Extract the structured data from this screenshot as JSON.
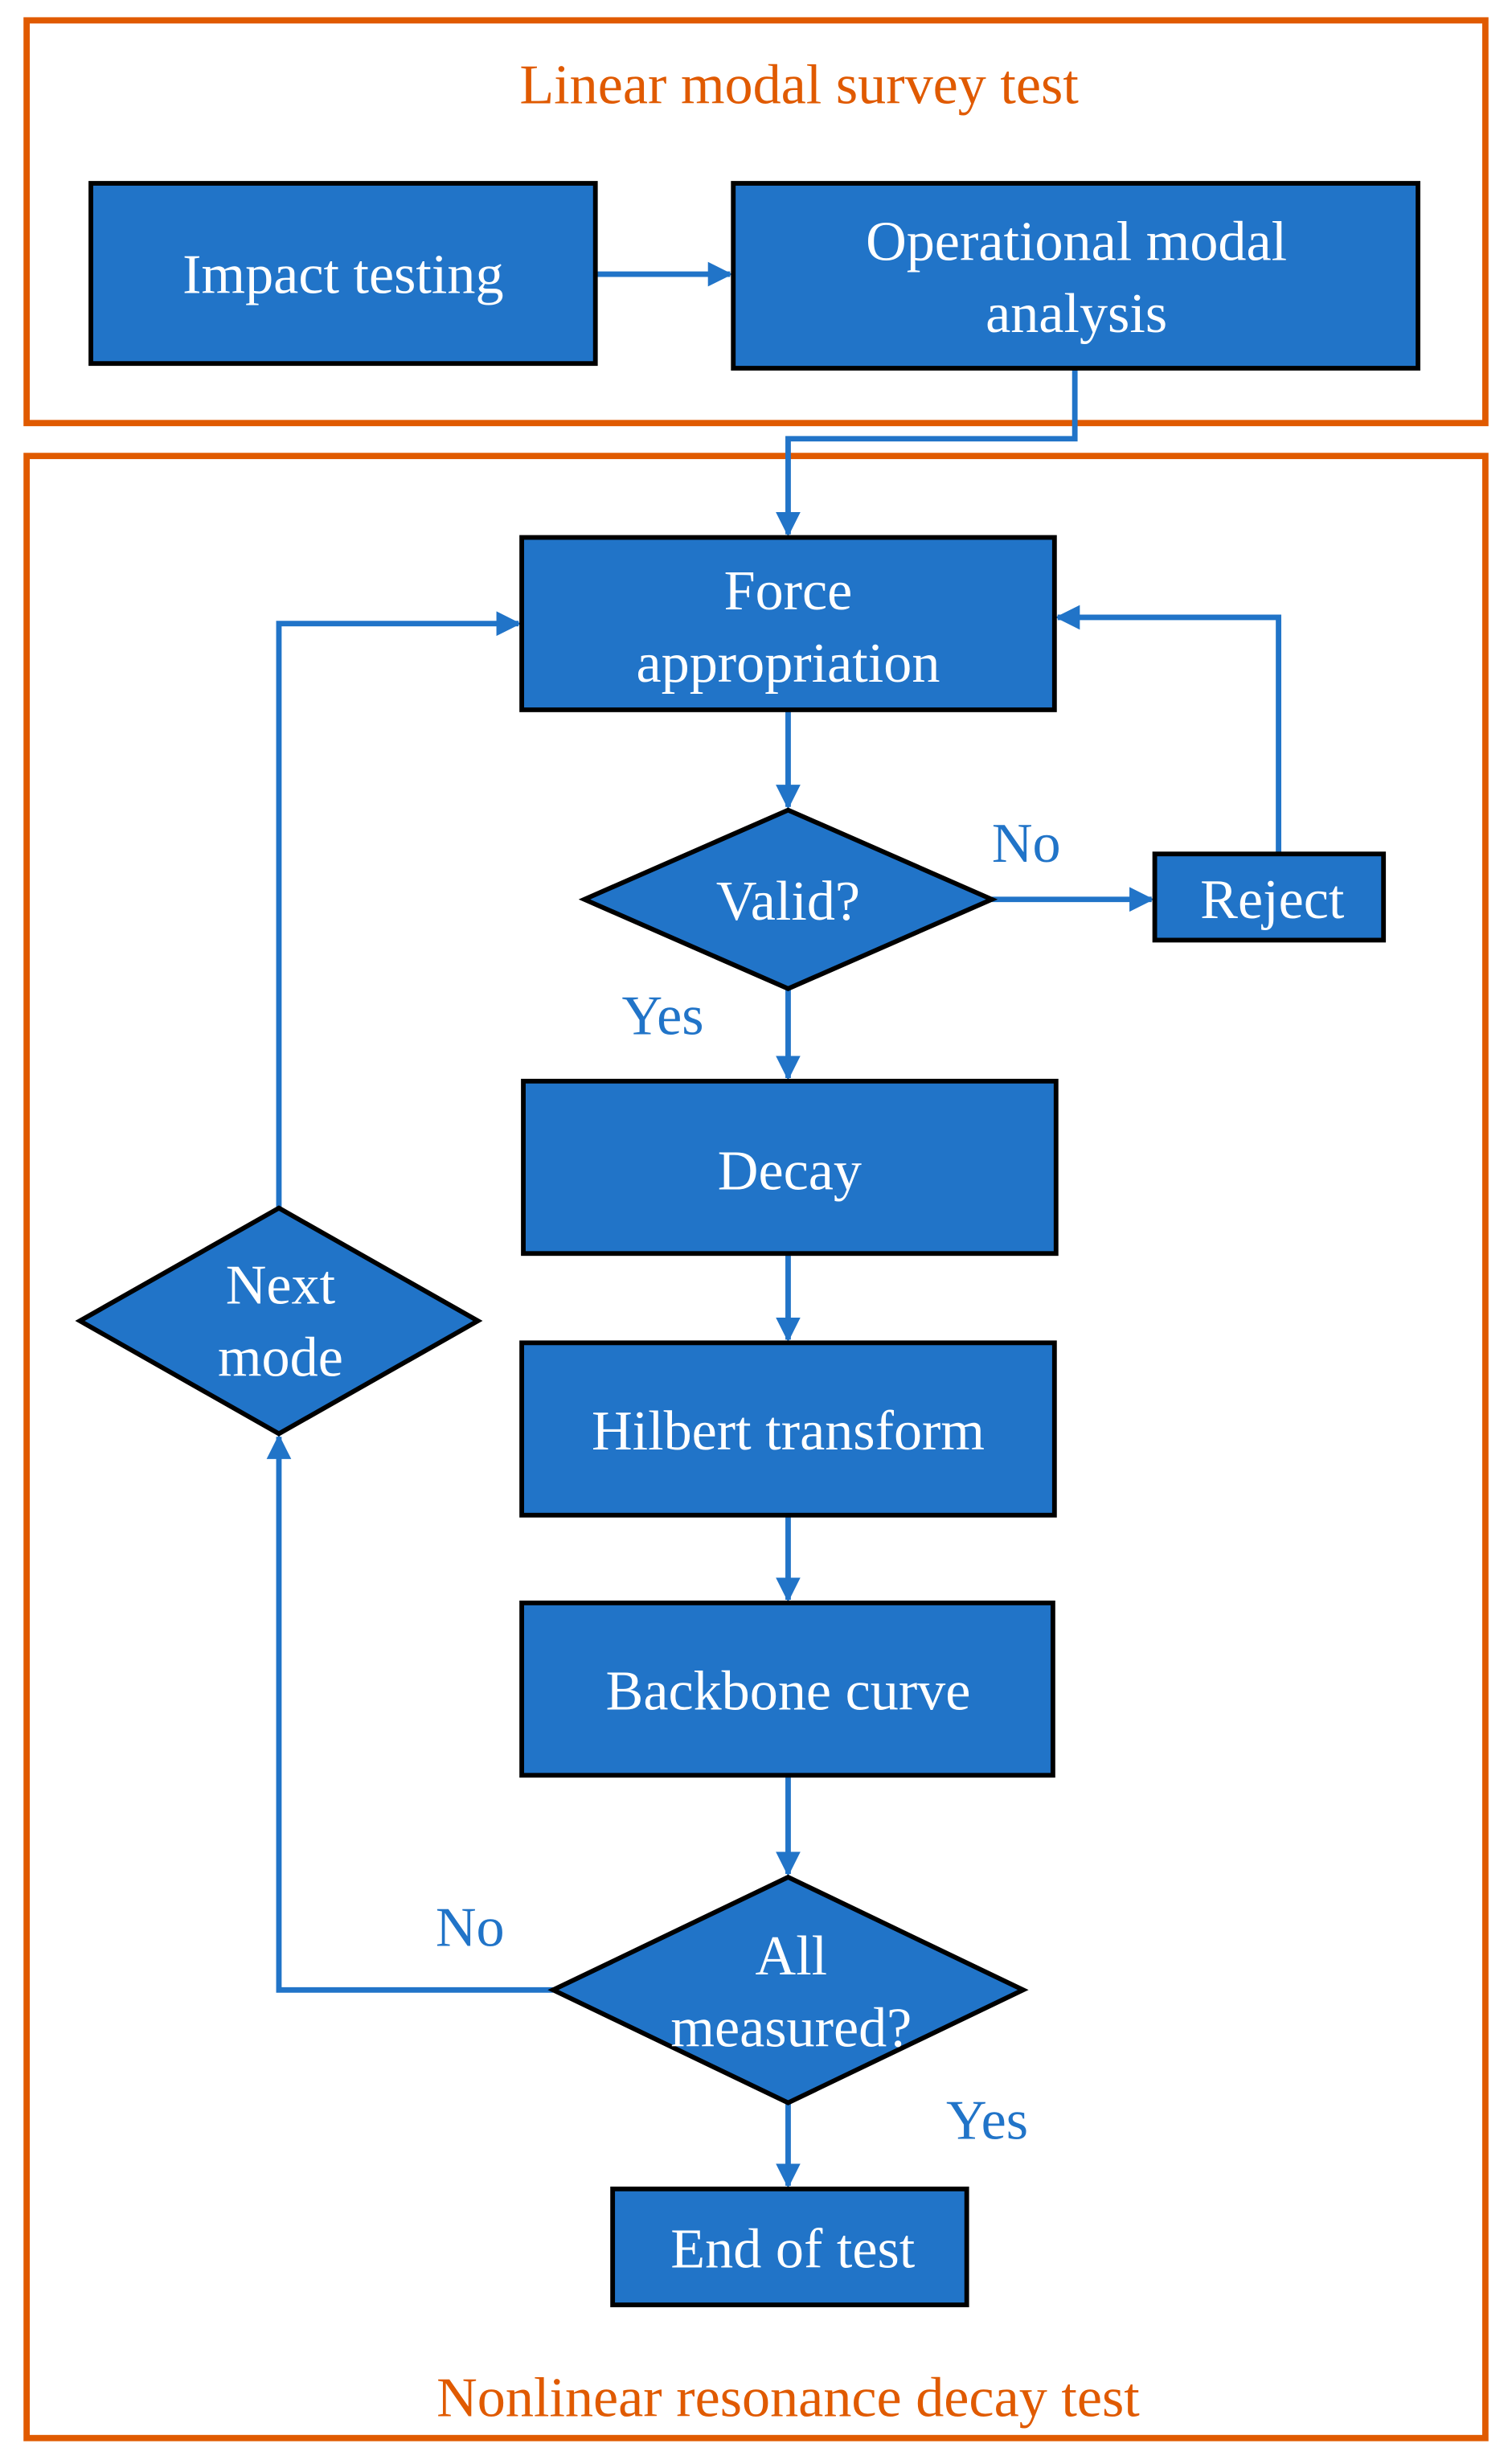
{
  "groups": {
    "linear": "Linear modal survey test",
    "nonlinear": "Nonlinear resonance decay test"
  },
  "nodes": {
    "impact": "Impact testing",
    "oma_line1": "Operational modal",
    "oma_line2": "analysis",
    "force_line1": "Force",
    "force_line2": "appropriation",
    "valid": "Valid?",
    "reject": "Reject",
    "decay": "Decay",
    "hilbert": "Hilbert transform",
    "backbone": "Backbone curve",
    "all_line1": "All",
    "all_line2": "measured?",
    "next_line1": "Next",
    "next_line2": "mode",
    "end": "End of test"
  },
  "edge_labels": {
    "valid_no": "No",
    "valid_yes": "Yes",
    "all_no": "No",
    "all_yes": "Yes"
  },
  "colors": {
    "group_border": "#E05A00",
    "node_fill": "#2174C8",
    "node_border": "#000000",
    "arrow": "#2174C8"
  }
}
